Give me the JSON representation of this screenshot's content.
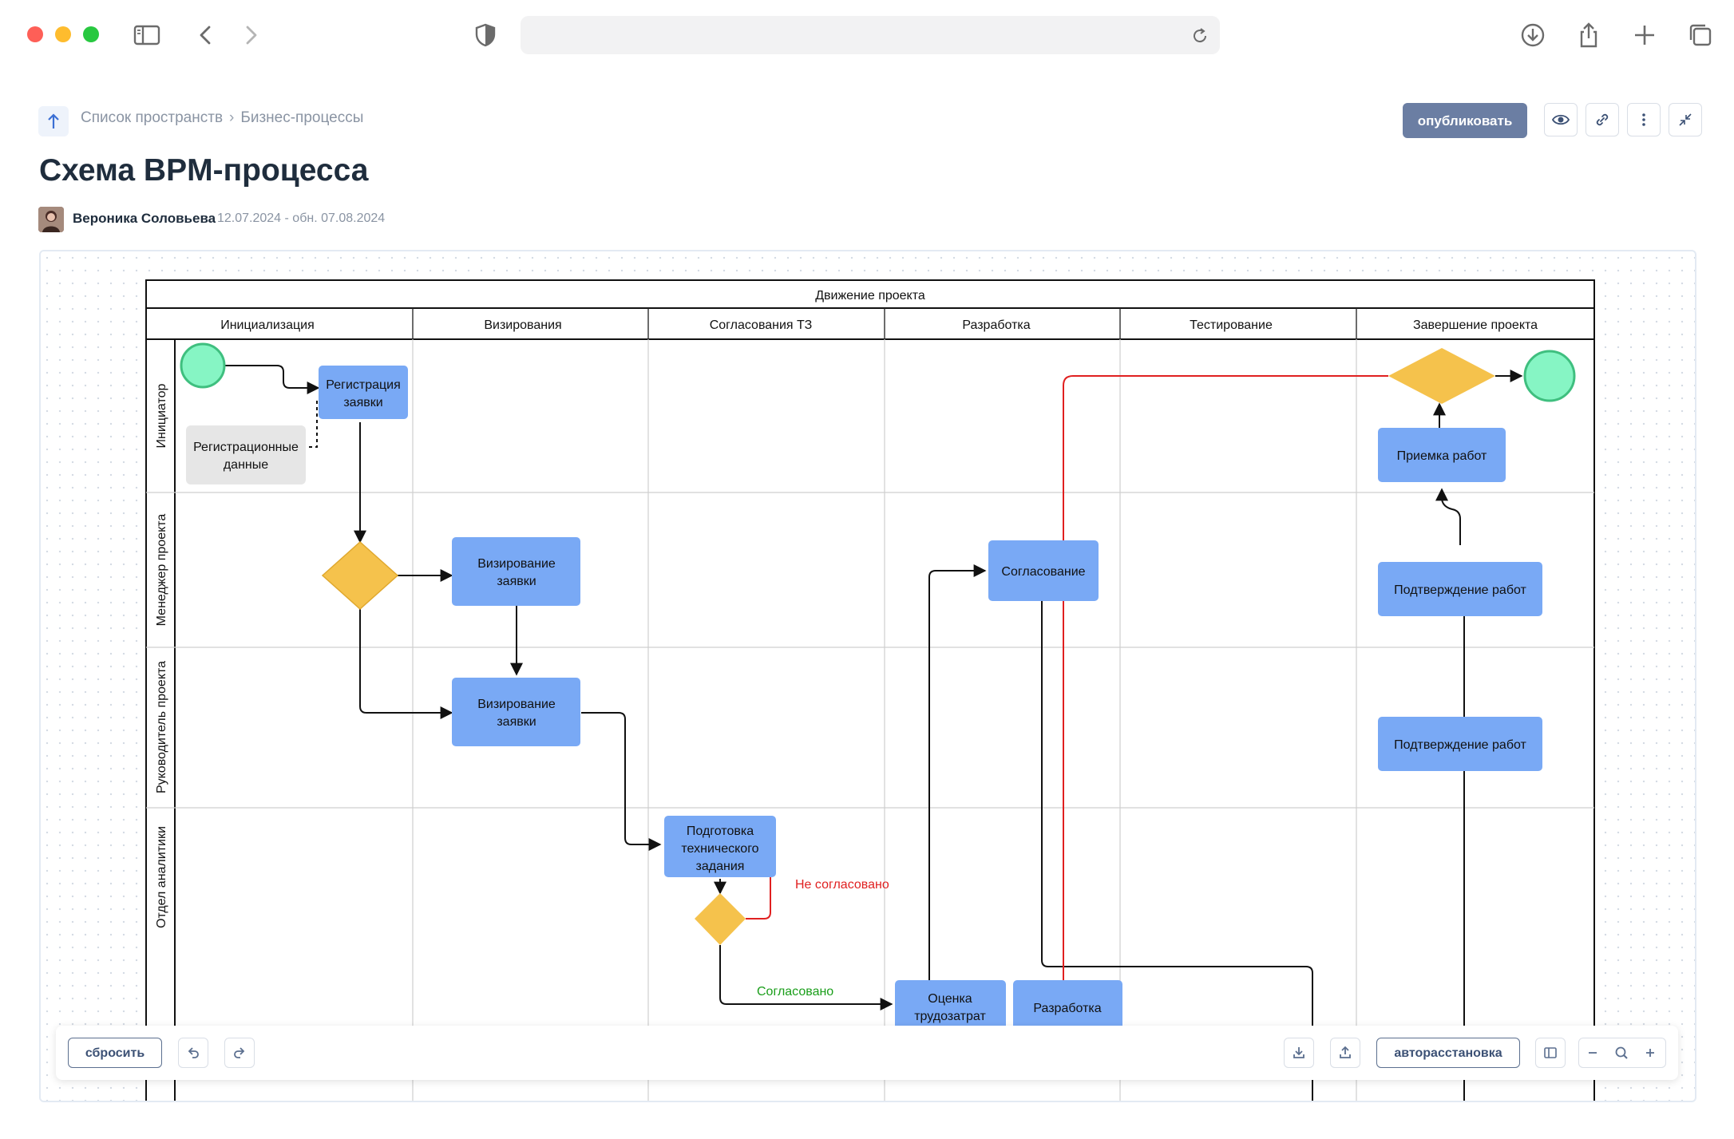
{
  "breadcrumb": {
    "items": [
      "Список пространств",
      "Бизнес-процессы"
    ],
    "separator": "›"
  },
  "page": {
    "title": "Схема BPM-процесса",
    "author": "Вероника Соловьева",
    "dates": "12.07.2024 - обн. 07.08.2024"
  },
  "header_actions": {
    "publish_label": "опубликовать"
  },
  "icons": [
    "sidebar-icon",
    "back-icon",
    "forward-icon",
    "shield-icon",
    "reload-icon",
    "download-icon",
    "share-icon",
    "plus-icon",
    "tabs-icon",
    "arrow-up-icon",
    "eye-icon",
    "link-icon",
    "more-icon",
    "collapse-icon",
    "undo-icon",
    "redo-icon",
    "import-icon",
    "export-icon",
    "panel-icon",
    "minus-icon",
    "zoom-fit-icon"
  ],
  "colors": {
    "task": "#79a9f5",
    "gateway": "#f5c24c",
    "event": "#86f5c4",
    "event_border": "#3fbf7f",
    "data": "#e6e6e6",
    "reject": "#e02020",
    "approve": "#1a9e1a",
    "accent": "#6b7ea3"
  },
  "diagram": {
    "pool_title": "Движение проекта",
    "phases": [
      "Инициализация",
      "Визирования",
      "Согласования ТЗ",
      "Разработка",
      "Тестирование",
      "Завершение проекта"
    ],
    "lanes": [
      "Инициатор",
      "Менеджер проекта",
      "Руководитель проекта",
      "Отдел аналитики"
    ],
    "tasks": {
      "registration": [
        "Регистрация",
        "заявки"
      ],
      "reg_data": [
        "Регистрационные",
        "данные"
      ],
      "visa_1": [
        "Визирование",
        "заявки"
      ],
      "visa_2": [
        "Визирование",
        "заявки"
      ],
      "prep_tz": [
        "Подготовка",
        "технического",
        "задания"
      ],
      "estimate": [
        "Оценка",
        "трудозатрат"
      ],
      "development": [
        "Разработка"
      ],
      "approval": [
        "Согласование"
      ],
      "confirm_1": [
        "Подтверждение работ"
      ],
      "confirm_2": [
        "Подтверждение работ"
      ],
      "acceptance": [
        "Приемка работ"
      ]
    },
    "labels": {
      "rejected": "Не согласовано",
      "approved": "Согласовано"
    }
  },
  "toolbar": {
    "reset_label": "сбросить",
    "auto_layout_label": "авторасстановка"
  }
}
